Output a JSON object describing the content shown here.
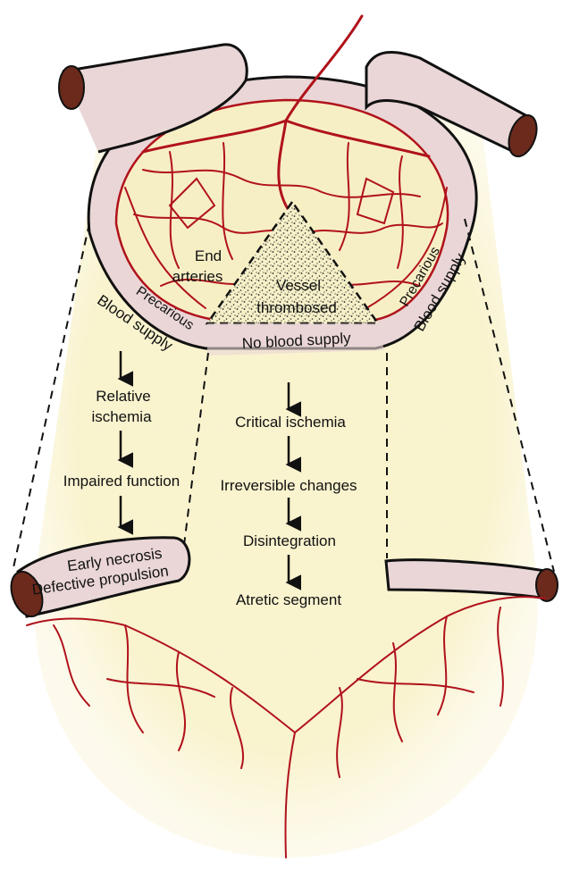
{
  "colors": {
    "vessel": "#b0121b",
    "mesentery": "#f7efc4",
    "bowel_wall": "#ead6d6",
    "outline": "#111111",
    "thrombus": "#f6f0c8"
  },
  "labels": {
    "end_arteries_1": "End",
    "end_arteries_2": "arteries",
    "vessel_thrombosed_1": "Vessel",
    "vessel_thrombosed_2": "thrombosed",
    "precarious_left": "Precarious",
    "blood_supply_left": "Blood supply",
    "precarious_right": "Precarious",
    "blood_supply_right": "Blood supply",
    "no_blood_supply": "No blood supply",
    "early_necrosis": "Early necrosis",
    "defective_propulsion": "Defective propulsion"
  },
  "left_flow": {
    "step1_line1": "Relative",
    "step1_line2": "ischemia",
    "step2": "Impaired function"
  },
  "center_flow": {
    "step1": "Critical ischemia",
    "step2": "Irreversible changes",
    "step3": "Disintegration",
    "step4": "Atretic segment"
  }
}
